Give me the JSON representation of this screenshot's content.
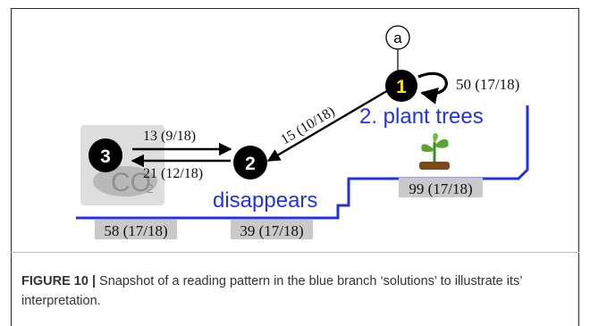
{
  "diagram": {
    "circle_a_label": "a",
    "node1_label": "1",
    "node2_label": "2",
    "node3_label": "3",
    "loop_edge_label": "50 (17/18)",
    "edge_1_to_2_label": "15 (10/18)",
    "edge_3_to_2_label": "13 (9/18)",
    "edge_2_to_3_label": "21 (12/18)",
    "section_plant_trees": "2. plant trees",
    "section_disappears": "disappears",
    "co2_main": "CO",
    "co2_sub": "2",
    "counts": {
      "left": "58 (17/18)",
      "middle": "39 (17/18)",
      "right": "99 (17/18)"
    },
    "colors": {
      "branch_blue": "#2233dd",
      "node_fill": "#000000",
      "node1_number": "#ffe600",
      "count_bg": "#c9c9c9",
      "co2_card": "#dedede"
    }
  },
  "caption": {
    "label": "FIGURE 10 |",
    "text": " Snapshot of a reading pattern in the blue branch ‘solutions’ to illustrate its’ interpretation."
  }
}
